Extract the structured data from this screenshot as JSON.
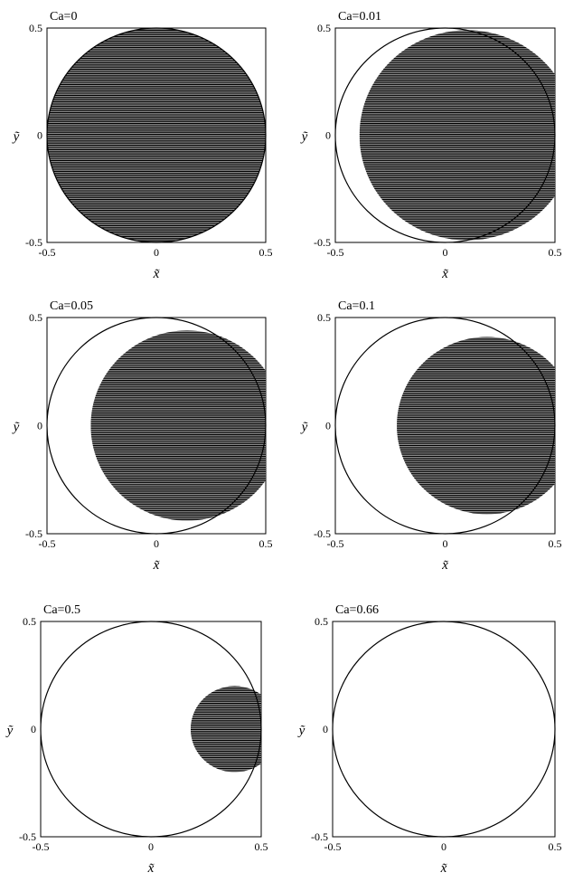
{
  "chart_data": [
    {
      "type": "region",
      "title": "Ca=0",
      "xlabel": "x̃",
      "ylabel": "ỹ",
      "xlim": [
        -0.5,
        0.5
      ],
      "ylim": [
        -0.5,
        0.5
      ],
      "xticks": [
        "-0.5",
        "0",
        "0.5"
      ],
      "yticks": [
        "0.5",
        "0",
        "-0.5"
      ],
      "outer_circle": {
        "center": [
          0,
          0
        ],
        "radius": 0.5
      },
      "hatched_region": {
        "center": [
          0,
          0
        ],
        "radius": 0.5,
        "x_min": -0.5,
        "x_max": 0.5
      }
    },
    {
      "type": "region",
      "title": "Ca=0.01",
      "xlabel": "x̃",
      "ylabel": "ỹ",
      "xlim": [
        -0.5,
        0.5
      ],
      "ylim": [
        -0.5,
        0.5
      ],
      "xticks": [
        "-0.5",
        "0",
        "0.5"
      ],
      "yticks": [
        "0.5",
        "0",
        "-0.5"
      ],
      "outer_circle": {
        "center": [
          0,
          0
        ],
        "radius": 0.5
      },
      "hatched_region": {
        "center": [
          0.1,
          0
        ],
        "radius": 0.49,
        "x_min": -0.39,
        "x_max": 0.5
      }
    },
    {
      "type": "region",
      "title": "Ca=0.05",
      "xlabel": "x̃",
      "ylabel": "ỹ",
      "xlim": [
        -0.5,
        0.5
      ],
      "ylim": [
        -0.5,
        0.5
      ],
      "xticks": [
        "-0.5",
        "0",
        "0.5"
      ],
      "yticks": [
        "0.5",
        "0",
        "-0.5"
      ],
      "outer_circle": {
        "center": [
          0,
          0
        ],
        "radius": 0.5
      },
      "hatched_region": {
        "center": [
          0.14,
          0
        ],
        "radius": 0.44,
        "x_min": -0.3,
        "x_max": 0.5
      }
    },
    {
      "type": "region",
      "title": "Ca=0.1",
      "xlabel": "x̃",
      "ylabel": "ỹ",
      "xlim": [
        -0.5,
        0.5
      ],
      "ylim": [
        -0.5,
        0.5
      ],
      "xticks": [
        "-0.5",
        "0",
        "0.5"
      ],
      "yticks": [
        "0.5",
        "0",
        "-0.5"
      ],
      "outer_circle": {
        "center": [
          0,
          0
        ],
        "radius": 0.5
      },
      "hatched_region": {
        "center": [
          0.19,
          0
        ],
        "radius": 0.41,
        "x_min": -0.22,
        "x_max": 0.5
      }
    },
    {
      "type": "region",
      "title": "Ca=0.5",
      "xlabel": "x̃",
      "ylabel": "ỹ",
      "xlim": [
        -0.5,
        0.5
      ],
      "ylim": [
        -0.5,
        0.5
      ],
      "xticks": [
        "-0.5",
        "0",
        "0.5"
      ],
      "yticks": [
        "0.5",
        "0",
        "-0.5"
      ],
      "outer_circle": {
        "center": [
          0,
          0
        ],
        "radius": 0.5
      },
      "hatched_region": {
        "center": [
          0.38,
          0
        ],
        "radius": 0.2,
        "x_min": 0.18,
        "x_max": 0.5
      }
    },
    {
      "type": "region",
      "title": "Ca=0.66",
      "xlabel": "x̃",
      "ylabel": "ỹ",
      "xlim": [
        -0.5,
        0.5
      ],
      "ylim": [
        -0.5,
        0.5
      ],
      "xticks": [
        "-0.5",
        "0",
        "0.5"
      ],
      "yticks": [
        "0.5",
        "0",
        "-0.5"
      ],
      "outer_circle": {
        "center": [
          0,
          0
        ],
        "radius": 0.5
      },
      "hatched_region": null
    }
  ]
}
